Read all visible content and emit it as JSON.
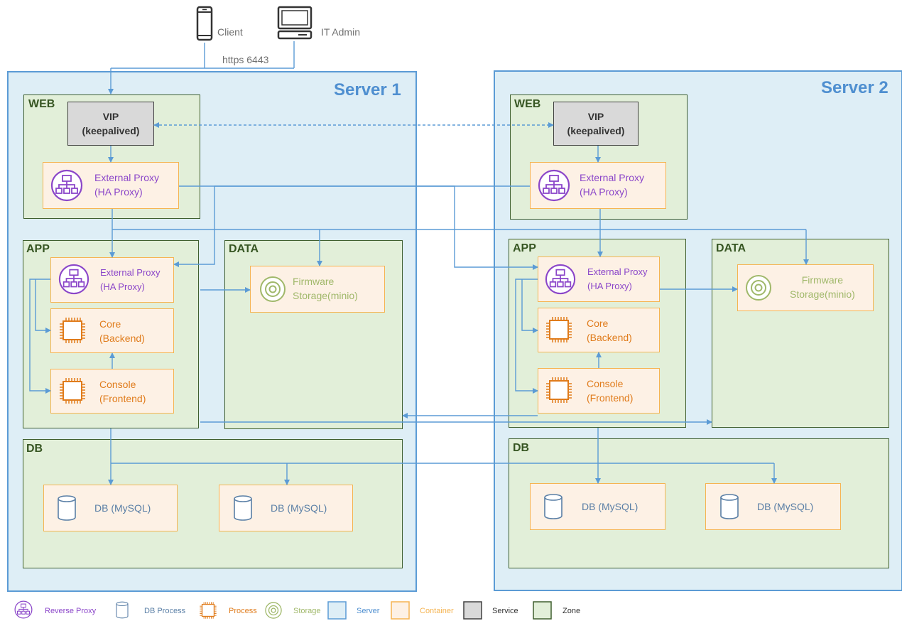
{
  "top": {
    "client_label": "Client",
    "admin_label": "IT Admin",
    "connection_label": "https 6443"
  },
  "servers": [
    {
      "title": "Server 1",
      "web": {
        "zone": "WEB",
        "vip": "VIP\n(keepalived)",
        "proxy": "External Proxy\n(HA Proxy)"
      },
      "app": {
        "zone": "APP",
        "proxy": "External Proxy\n(HA Proxy)",
        "core": "Core\n(Backend)",
        "console": "Console\n(Frontend)"
      },
      "data": {
        "zone": "DATA",
        "storage": "Firmware\nStorage(minio)"
      },
      "db": {
        "zone": "DB",
        "db1": "DB (MySQL)",
        "db2": "DB (MySQL)"
      }
    },
    {
      "title": "Server 2",
      "web": {
        "zone": "WEB",
        "vip": "VIP\n(keepalived)",
        "proxy": "External Proxy\n(HA Proxy)"
      },
      "app": {
        "zone": "APP",
        "proxy": "External Proxy\n(HA Proxy)",
        "core": "Core\n(Backend)",
        "console": "Console\n(Frontend)"
      },
      "data": {
        "zone": "DATA",
        "storage": "Firmware\nStorage(minio)"
      },
      "db": {
        "zone": "DB",
        "db1": "DB (MySQL)",
        "db2": "DB (MySQL)"
      }
    }
  ],
  "legend": {
    "reverse_proxy": "Reverse Proxy",
    "db_process": "DB Process",
    "process": "Process",
    "storage": "Storage",
    "server": "Server",
    "container": "Container",
    "service": "Service",
    "zone": "Zone"
  },
  "colors": {
    "server_border": "#5b9bd5",
    "server_fill": "#deeef6",
    "zone_border": "#3f5f2f",
    "zone_fill": "#e2efd9",
    "container_border": "#f5b452",
    "container_fill": "#fdf1e5",
    "proxy": "#8b46c9",
    "process": "#e07c1c",
    "storage": "#a0b86a",
    "db": "#5a7fa6",
    "connector": "#5b9bd5"
  }
}
